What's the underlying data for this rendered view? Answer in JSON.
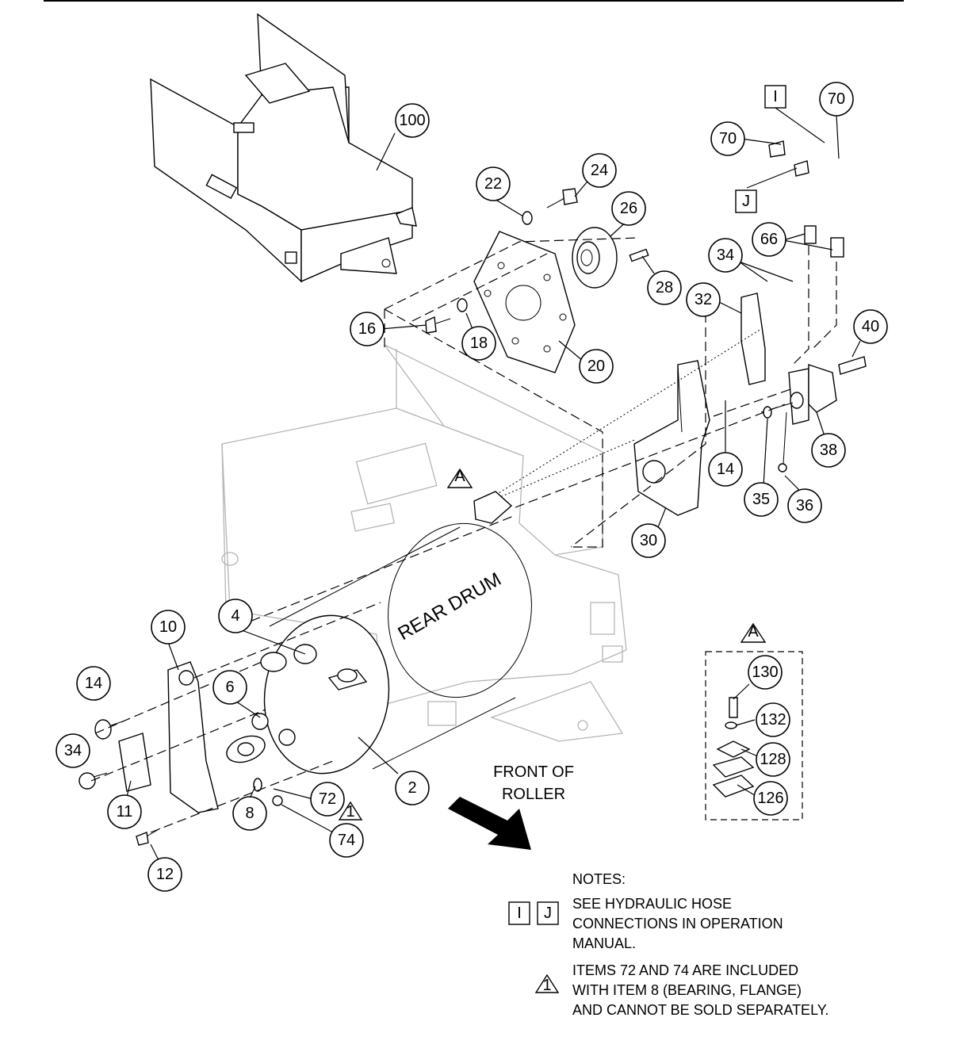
{
  "callouts": [
    "100",
    "22",
    "24",
    "26",
    "28",
    "16",
    "18",
    "20",
    "70",
    "70",
    "J",
    "I",
    "66",
    "34",
    "32",
    "40",
    "38",
    "14",
    "35",
    "36",
    "30",
    "10",
    "4",
    "6",
    "14",
    "34",
    "11",
    "12",
    "8",
    "72",
    "74",
    "2",
    "130",
    "132",
    "128",
    "126"
  ],
  "labels": {
    "rear_drum": "REAR DRUM",
    "front_of_roller_1": "FRONT OF",
    "front_of_roller_2": "ROLLER",
    "marker_a": "A",
    "marker_1": "1",
    "box_i": "I",
    "box_j": "J"
  },
  "notes": {
    "title": "NOTES:",
    "note1": [
      "SEE HYDRAULIC HOSE",
      "CONNECTIONS IN OPERATION",
      "MANUAL."
    ],
    "note2": [
      "ITEMS 72 AND 74 ARE INCLUDED",
      "WITH ITEM 8 (BEARING, FLANGE)",
      "AND CANNOT BE SOLD SEPARATELY."
    ]
  }
}
